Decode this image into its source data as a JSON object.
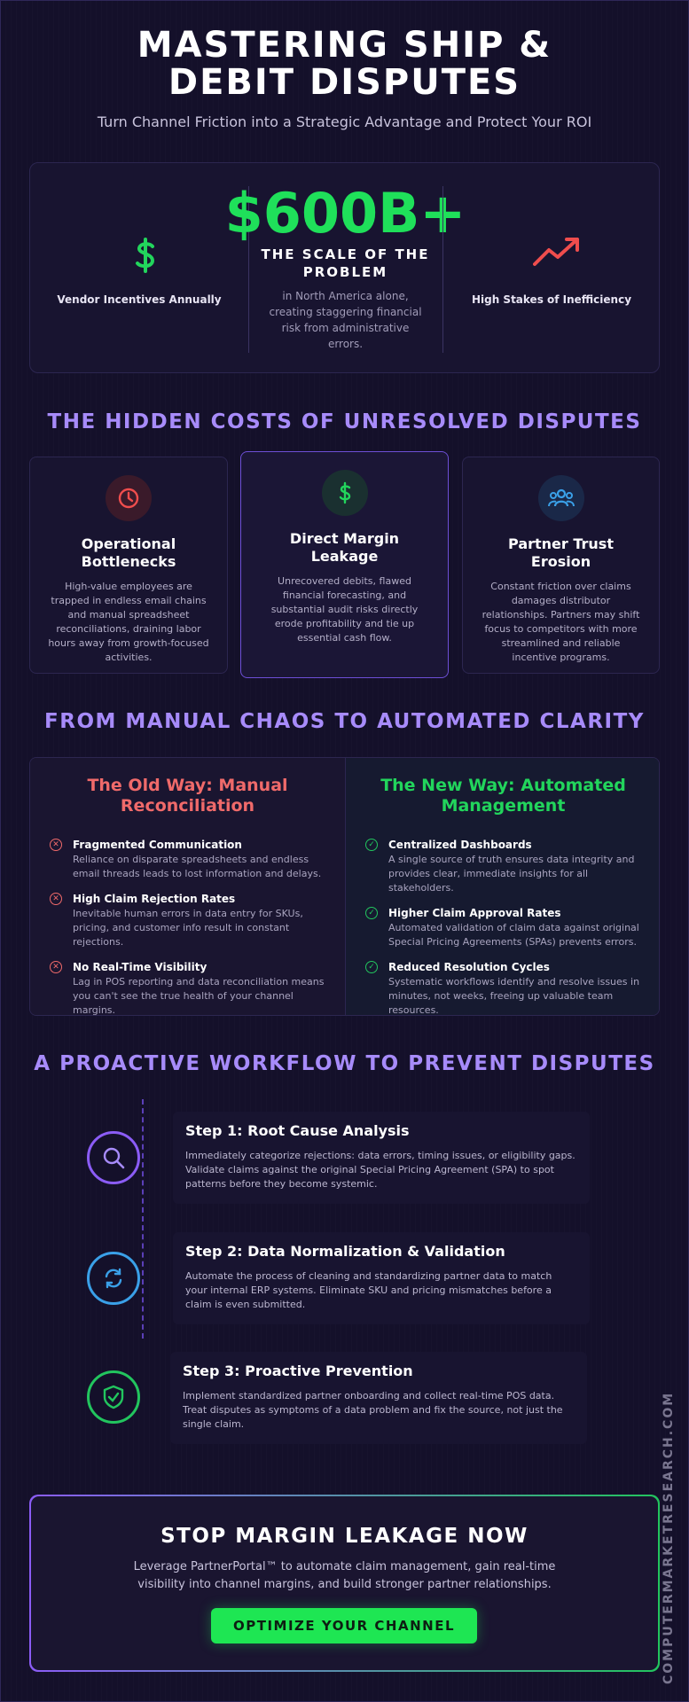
{
  "header": {
    "title": "MASTERING SHIP & DEBIT DISPUTES",
    "subtitle": "Turn Channel Friction into a Strategic Advantage and Protect Your ROI"
  },
  "hero": {
    "left": {
      "icon": "dollar-sign-icon",
      "label": "Vendor Incentives Annually"
    },
    "middle": {
      "number": "$600B+",
      "title": "THE SCALE OF THE PROBLEM",
      "description": "in North America alone, creating staggering financial risk from administrative errors."
    },
    "right": {
      "icon": "trending-up-icon",
      "label": "High Stakes of Inefficiency"
    }
  },
  "hidden_costs": {
    "heading": "THE HIDDEN COSTS OF UNRESOLVED DISPUTES",
    "cards": [
      {
        "icon": "clock-icon",
        "title": "Operational Bottlenecks",
        "text": "High-value employees are trapped in endless email chains and manual spreadsheet reconciliations, draining labor hours away from growth-focused activities."
      },
      {
        "icon": "dollar-sign-icon",
        "title": "Direct Margin Leakage",
        "text": "Unrecovered debits, flawed financial forecasting, and substantial audit risks directly erode profitability and tie up essential cash flow."
      },
      {
        "icon": "users-icon",
        "title": "Partner Trust Erosion",
        "text": "Constant friction over claims damages distributor relationships. Partners may shift focus to competitors with more streamlined and reliable incentive programs."
      }
    ]
  },
  "comparison": {
    "heading": "FROM MANUAL CHAOS TO AUTOMATED CLARITY",
    "old": {
      "title": "The Old Way: Manual Reconciliation",
      "items": [
        {
          "title": "Fragmented Communication",
          "text": "Reliance on disparate spreadsheets and endless email threads leads to lost information and delays."
        },
        {
          "title": "High Claim Rejection Rates",
          "text": "Inevitable human errors in data entry for SKUs, pricing, and customer info result in constant rejections."
        },
        {
          "title": "No Real-Time Visibility",
          "text": "Lag in POS reporting and data reconciliation means you can't see the true health of your channel margins."
        }
      ]
    },
    "new": {
      "title": "The New Way: Automated Management",
      "items": [
        {
          "title": "Centralized Dashboards",
          "text": "A single source of truth ensures data integrity and provides clear, immediate insights for all stakeholders."
        },
        {
          "title": "Higher Claim Approval Rates",
          "text": "Automated validation of claim data against original Special Pricing Agreements (SPAs) prevents errors."
        },
        {
          "title": "Reduced Resolution Cycles",
          "text": "Systematic workflows identify and resolve issues in minutes, not weeks, freeing up valuable team resources."
        }
      ]
    }
  },
  "workflow": {
    "heading": "A PROACTIVE WORKFLOW TO PREVENT DISPUTES",
    "steps": [
      {
        "icon": "search-icon",
        "title": "Step 1: Root Cause Analysis",
        "text": "Immediately categorize rejections: data errors, timing issues, or eligibility gaps. Validate claims against the original Special Pricing Agreement (SPA) to spot patterns before they become systemic."
      },
      {
        "icon": "refresh-icon",
        "title": "Step 2: Data Normalization & Validation",
        "text": "Automate the process of cleaning and standardizing partner data to match your internal ERP systems. Eliminate SKU and pricing mismatches before a claim is even submitted."
      },
      {
        "icon": "shield-check-icon",
        "title": "Step 3: Proactive Prevention",
        "text": "Implement standardized partner onboarding and collect real-time POS data. Treat disputes as symptoms of a data problem and fix the source, not just the single claim."
      }
    ]
  },
  "cta": {
    "title": "STOP MARGIN LEAKAGE NOW",
    "text": "Leverage PartnerPortal™ to automate claim management, gain real-time visibility into channel margins, and build stronger partner relationships.",
    "button": "OPTIMIZE YOUR CHANNEL"
  },
  "watermark": "COMPUTERMARKETRESEARCH.COM",
  "colors": {
    "background": "#14102a",
    "accent_purple": "#a78bfa",
    "accent_green": "#22d55c",
    "accent_red": "#f06a6a",
    "accent_blue": "#3aa0e8"
  }
}
